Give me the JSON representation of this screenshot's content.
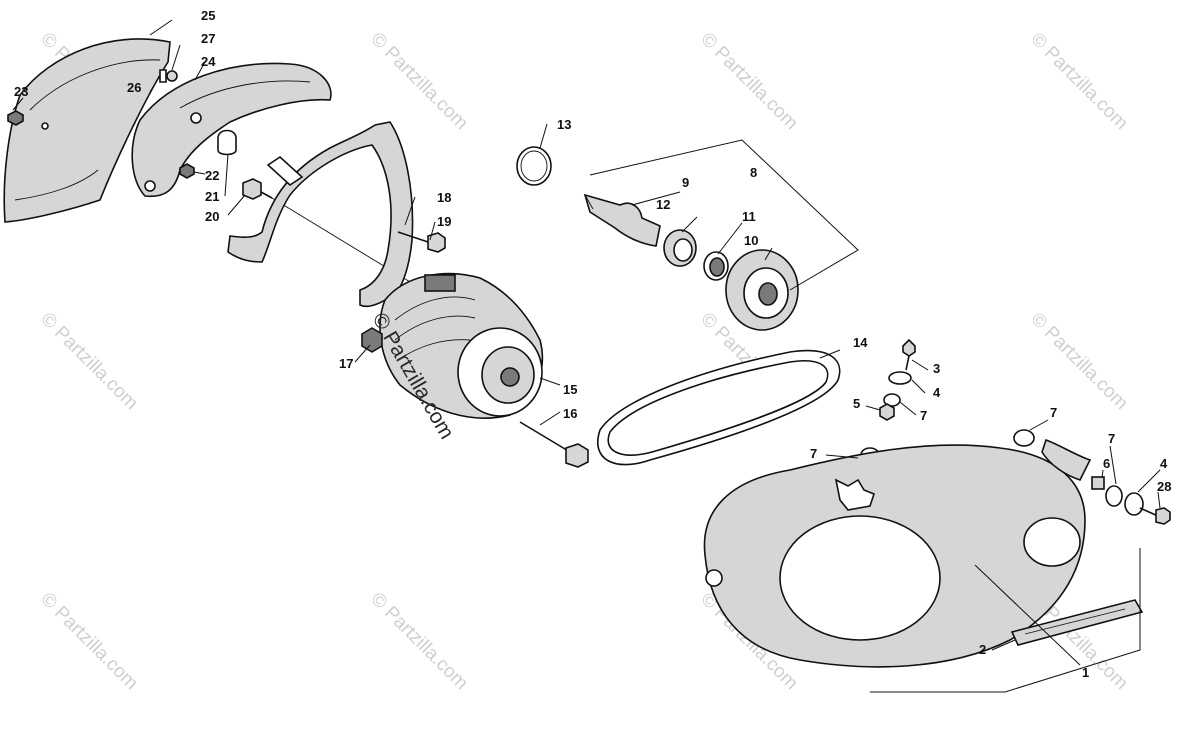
{
  "watermark": {
    "text": "© Partzilla.com",
    "center_text": "© Partzilla.com"
  },
  "callouts": {
    "c1": "1",
    "c2": "2",
    "c3": "3",
    "c4a": "4",
    "c4b": "4",
    "c5": "5",
    "c6": "6",
    "c7a": "7",
    "c7b": "7",
    "c7c": "7",
    "c7d": "7",
    "c8": "8",
    "c9": "9",
    "c10": "10",
    "c11": "11",
    "c12": "12",
    "c13": "13",
    "c14": "14",
    "c15": "15",
    "c16": "16",
    "c17": "17",
    "c18": "18",
    "c19": "19",
    "c20": "20",
    "c21": "21",
    "c22": "22",
    "c23": "23",
    "c24": "24",
    "c25": "25",
    "c26": "26",
    "c27": "27",
    "c28": "28"
  }
}
